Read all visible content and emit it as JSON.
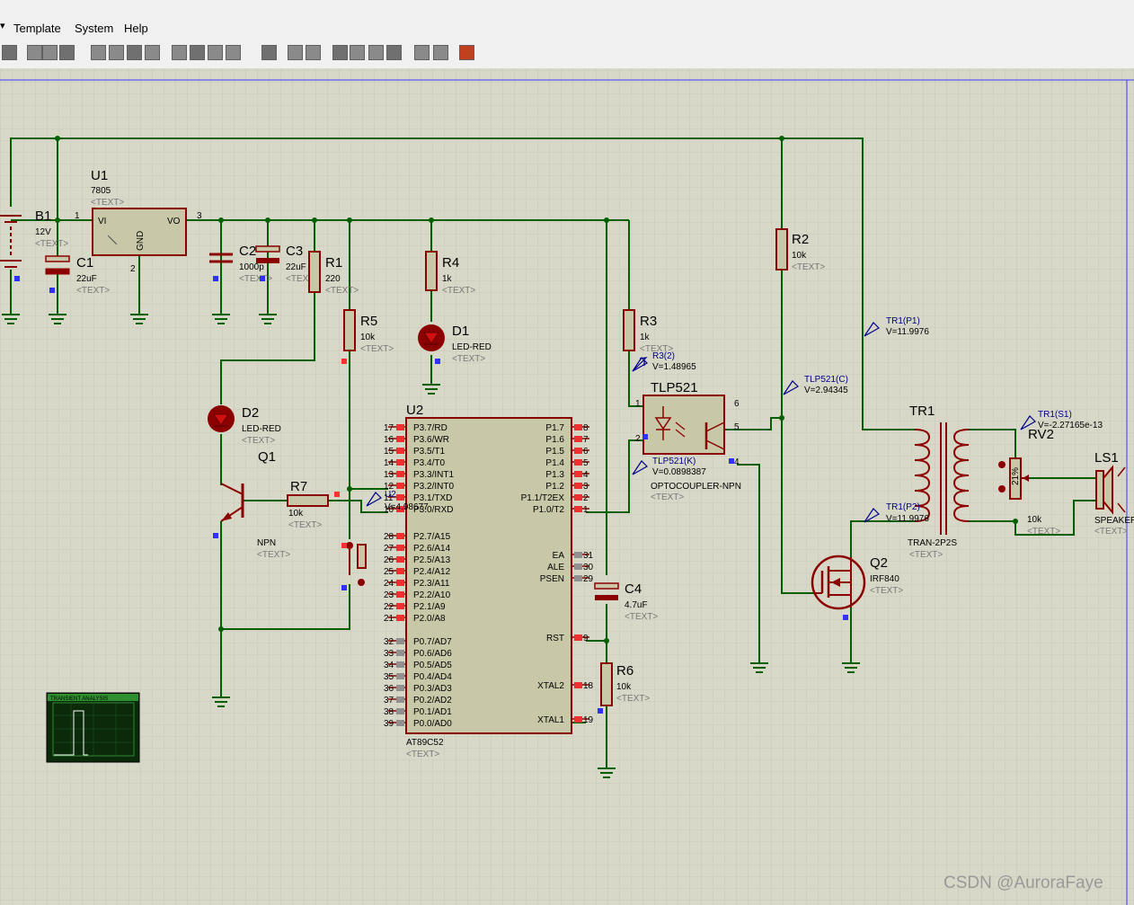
{
  "menu": {
    "items": [
      "Template",
      "System",
      "Help"
    ],
    "lead_glyph": "▾"
  },
  "colors": {
    "wire": "#006000",
    "component": "#8b0000",
    "body_fill": "#c8c8a8",
    "grid": "#d8d8c8",
    "probe": "#00008b"
  },
  "toolbar_icons": [
    "undo-icon",
    "cut-icon",
    "copy-icon",
    "paste-icon",
    "block-copy-icon",
    "block-move-icon",
    "block-rotate-icon",
    "block-delete-icon",
    "zoom-icon",
    "pick-device-icon",
    "make-device-icon",
    "packaging-tool-icon",
    "decompose-icon",
    "wire-autoroute-icon",
    "search-tag-icon",
    "property-assignment-icon",
    "new-sheet-icon",
    "remove-sheet-icon",
    "goto-sheet-icon",
    "export-icon",
    "bill-of-materials-icon",
    "erc-icon",
    "netlist-icon",
    "ares-icon"
  ],
  "components": {
    "B1": {
      "ref": "B1",
      "value": "12V",
      "text": "<TEXT>"
    },
    "U1": {
      "ref": "U1",
      "value": "7805",
      "text": "<TEXT>",
      "vi": "VI",
      "vo": "VO",
      "gnd": "GND",
      "pin1": "1",
      "pin2": "2",
      "pin3": "3"
    },
    "C1": {
      "ref": "C1",
      "value": "22uF",
      "text": "<TEXT>"
    },
    "C2": {
      "ref": "C2",
      "value": "1000p",
      "text": "<TEXT>"
    },
    "C3": {
      "ref": "C3",
      "value": "22uF",
      "text": "<TEXT>"
    },
    "R1": {
      "ref": "R1",
      "value": "220",
      "text": "<TEXT>"
    },
    "R4": {
      "ref": "R4",
      "value": "1k",
      "text": "<TEXT>"
    },
    "R5": {
      "ref": "R5",
      "value": "10k",
      "text": "<TEXT>"
    },
    "D1": {
      "ref": "D1",
      "value": "LED-RED",
      "text": "<TEXT>"
    },
    "D2": {
      "ref": "D2",
      "value": "LED-RED",
      "text": "<TEXT>"
    },
    "Q1": {
      "ref": "Q1",
      "value": "NPN",
      "text": "<TEXT>"
    },
    "R7": {
      "ref": "R7",
      "value": "10k",
      "text": "<TEXT>"
    },
    "U2": {
      "ref": "U2",
      "value": "AT89C52",
      "text": "<TEXT>"
    },
    "R3": {
      "ref": "R3",
      "value": "1k",
      "text": "<TEXT>"
    },
    "TLP521": {
      "ref": "TLP521",
      "value": "OPTOCOUPLER-NPN",
      "text": "<TEXT>",
      "pin1": "1",
      "pin2": "2",
      "pin4": "4",
      "pin5": "5",
      "pin6": "6"
    },
    "R2": {
      "ref": "R2",
      "value": "10k",
      "text": "<TEXT>"
    },
    "C4": {
      "ref": "C4",
      "value": "4.7uF",
      "text": "<TEXT>"
    },
    "R6": {
      "ref": "R6",
      "value": "10k",
      "text": "<TEXT>"
    },
    "Q2": {
      "ref": "Q2",
      "value": "IRF840",
      "text": "<TEXT>"
    },
    "TR1": {
      "ref": "TR1",
      "value": "TRAN-2P2S",
      "text": "<TEXT>"
    },
    "RV2": {
      "ref": "RV2",
      "value": "10k",
      "text": "<TEXT>",
      "pct": "21%"
    },
    "LS1": {
      "ref": "LS1",
      "value": "SPEAKER",
      "text": "<TEXT>"
    }
  },
  "u2_left_pins": [
    {
      "num": "17",
      "name": "P3.7/RD"
    },
    {
      "num": "16",
      "name": "P3.6/WR"
    },
    {
      "num": "15",
      "name": "P3.5/T1"
    },
    {
      "num": "14",
      "name": "P3.4/T0"
    },
    {
      "num": "13",
      "name": "P3.3/INT1"
    },
    {
      "num": "12",
      "name": "P3.2/INT0"
    },
    {
      "num": "11",
      "name": "P3.1/TXD"
    },
    {
      "num": "10",
      "name": "P3.0/RXD"
    },
    {
      "num": "28",
      "name": "P2.7/A15"
    },
    {
      "num": "27",
      "name": "P2.6/A14"
    },
    {
      "num": "26",
      "name": "P2.5/A13"
    },
    {
      "num": "25",
      "name": "P2.4/A12"
    },
    {
      "num": "24",
      "name": "P2.3/A11"
    },
    {
      "num": "23",
      "name": "P2.2/A10"
    },
    {
      "num": "22",
      "name": "P2.1/A9"
    },
    {
      "num": "21",
      "name": "P2.0/A8"
    },
    {
      "num": "32",
      "name": "P0.7/AD7"
    },
    {
      "num": "33",
      "name": "P0.6/AD6"
    },
    {
      "num": "34",
      "name": "P0.5/AD5"
    },
    {
      "num": "35",
      "name": "P0.4/AD4"
    },
    {
      "num": "36",
      "name": "P0.3/AD3"
    },
    {
      "num": "37",
      "name": "P0.2/AD2"
    },
    {
      "num": "38",
      "name": "P0.1/AD1"
    },
    {
      "num": "39",
      "name": "P0.0/AD0"
    }
  ],
  "u2_right_pins": [
    {
      "num": "8",
      "name": "P1.7"
    },
    {
      "num": "7",
      "name": "P1.6"
    },
    {
      "num": "6",
      "name": "P1.5"
    },
    {
      "num": "5",
      "name": "P1.4"
    },
    {
      "num": "4",
      "name": "P1.3"
    },
    {
      "num": "3",
      "name": "P1.2"
    },
    {
      "num": "2",
      "name": "P1.1/T2EX"
    },
    {
      "num": "1",
      "name": "P1.0/T2"
    },
    {
      "num": "31",
      "name": "EA"
    },
    {
      "num": "30",
      "name": "ALE"
    },
    {
      "num": "29",
      "name": "PSEN"
    },
    {
      "num": "9",
      "name": "RST"
    },
    {
      "num": "18",
      "name": "XTAL2"
    },
    {
      "num": "19",
      "name": "XTAL1"
    }
  ],
  "probes": {
    "r3": {
      "name": "R3(2)",
      "value": "V=1.48965"
    },
    "tr1p1": {
      "name": "TR1(P1)",
      "value": "V=11.9976"
    },
    "tlp521c": {
      "name": "TLP521(C)",
      "value": "V=2.94345"
    },
    "tlp521k": {
      "name": "TLP521(K)",
      "value": "V=0.0898387"
    },
    "u2": {
      "name": "U2",
      "value": "V=4.98677"
    },
    "tr1p2": {
      "name": "TR1(P2)",
      "value": "V=11.9976"
    },
    "tr1s1": {
      "name": "TR1(S1)",
      "value": "V=-2.27165e-13"
    }
  },
  "graph": {
    "title": "TRANSIENT ANALYSIS"
  },
  "watermark": "CSDN @AuroraFaye"
}
